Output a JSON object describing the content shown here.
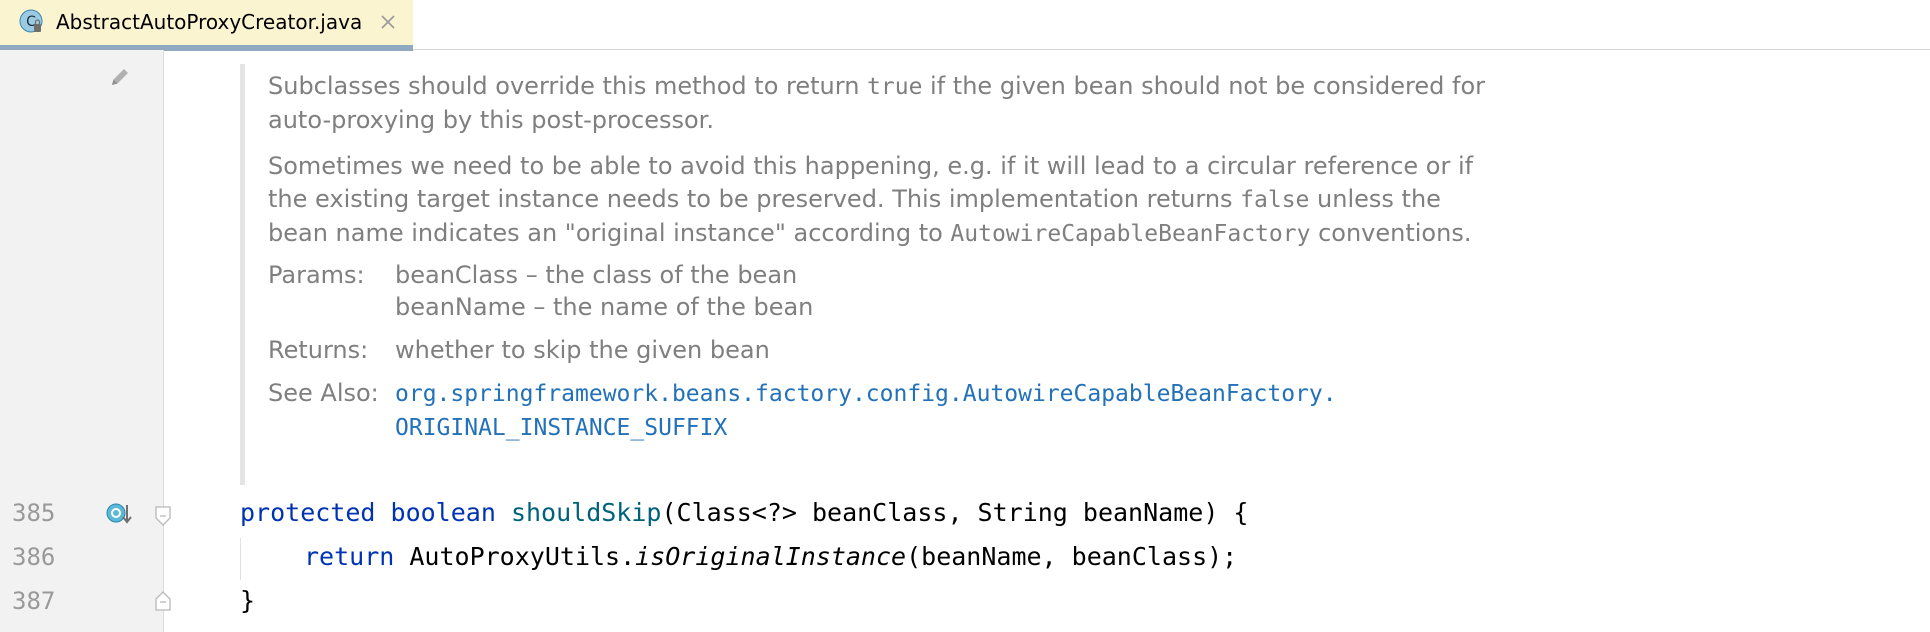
{
  "editor_tab": {
    "title": "AbstractAutoProxyCreator.java",
    "icon": "java-class-icon",
    "icon_letter": "C"
  },
  "doc": {
    "p1_before": "Subclasses should override this method to return ",
    "p1_code": "true",
    "p1_after": " if the given bean should not be considered for auto-proxying by this post-processor.",
    "p2_before": "Sometimes we need to be able to avoid this happening, e.g. if it will lead to a circular reference or if the existing target instance needs to be preserved. This implementation returns ",
    "p2_code1": "false",
    "p2_mid": " unless the bean name indicates an \"original instance\" according to ",
    "p2_code2": "AutowireCapableBeanFactory",
    "p2_after": " conventions.",
    "params_label": "Params:",
    "params": [
      "beanClass – the class of the bean",
      "beanName – the name of the bean"
    ],
    "returns_label": "Returns:",
    "returns": "whether to skip the given bean",
    "see_also_label": "See Also:",
    "see_also_line1": "org.springframework.beans.factory.config.AutowireCapableBeanFactory.",
    "see_also_line2": "ORIGINAL_INSTANCE_SUFFIX"
  },
  "line_numbers": [
    "385",
    "386",
    "387"
  ],
  "code": {
    "l385_kw1": "protected",
    "l385_kw2": "boolean",
    "l385_method": "shouldSkip",
    "l385_rest": "(Class<?> beanClass, String beanName) {",
    "l386_kw": "return",
    "l386_class": "AutoProxyUtils.",
    "l386_call": "isOriginalInstance",
    "l386_args": "(beanName, beanClass);",
    "l387": "}"
  },
  "colors": {
    "keyword": "#0033b3",
    "method": "#00627a",
    "doc_text": "#7f7f7f",
    "link": "#2271b9",
    "tab_background": "#fbf4d0",
    "gutter": "#f2f2f2"
  }
}
